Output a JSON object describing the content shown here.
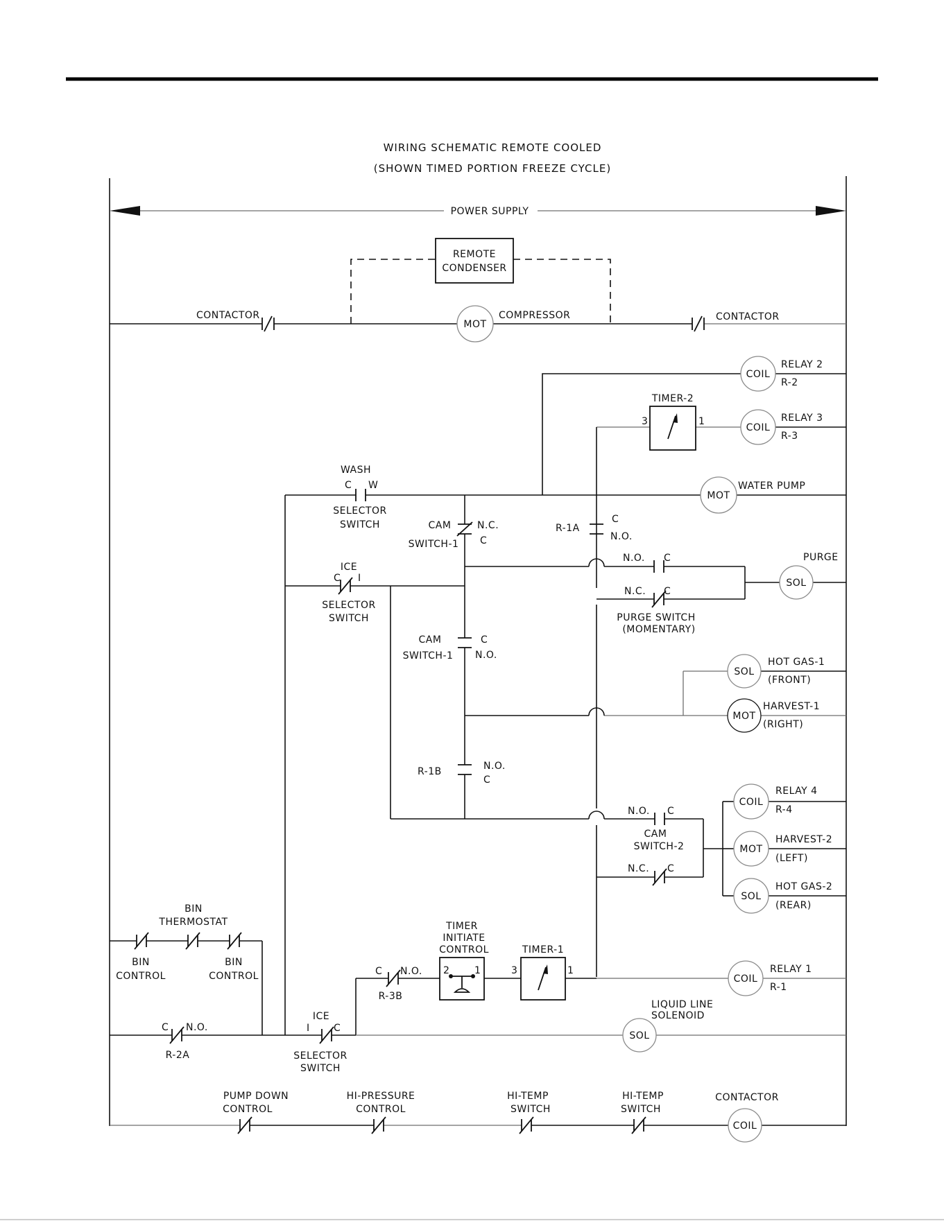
{
  "title": {
    "line1": "WIRING SCHEMATIC REMOTE COOLED",
    "line2": "(SHOWN TIMED PORTION FREEZE CYCLE)"
  },
  "power_supply": "POWER SUPPLY",
  "remote_condenser": {
    "line1": "REMOTE",
    "line2": "CONDENSER"
  },
  "symbols": {
    "mot": "MOT",
    "coil": "COIL",
    "sol": "SOL"
  },
  "terminals": {
    "c": "C",
    "nc": "N.C.",
    "no": "N.O.",
    "w": "W",
    "i": "I",
    "t1": "1",
    "t2": "2",
    "t3": "3"
  },
  "labels": {
    "contactor": "CONTACTOR",
    "compressor": "COMPRESSOR",
    "relay2": "RELAY 2",
    "r2": "R-2",
    "relay3": "RELAY 3",
    "r3": "R-3",
    "timer2": "TIMER-2",
    "wash": "WASH",
    "selector": "SELECTOR",
    "switch": "SWITCH",
    "water_pump": "WATER PUMP",
    "cam": "CAM",
    "cam_switch1_a": "SWITCH-1",
    "cam_switch1_b": "SWITCH-1",
    "r1a": "R-1A",
    "purge": "PURGE",
    "ice": "ICE",
    "purge_switch": "PURGE SWITCH",
    "momentary": "(MOMENTARY)",
    "hot_gas1": "HOT GAS-1",
    "front": "(FRONT)",
    "harvest1": "HARVEST-1",
    "right": "(RIGHT)",
    "r1b": "R-1B",
    "relay4": "RELAY 4",
    "r4": "R-4",
    "cam_switch2": "SWITCH-2",
    "harvest2": "HARVEST-2",
    "left": "(LEFT)",
    "hot_gas2": "HOT GAS-2",
    "rear": "(REAR)",
    "bin": "BIN",
    "thermostat": "THERMOSTAT",
    "bin_control": "CONTROL",
    "timer": "TIMER",
    "initiate": "INITIATE",
    "control": "CONTROL",
    "timer1": "TIMER-1",
    "r3b": "R-3B",
    "relay1": "RELAY 1",
    "r1": "R-1",
    "liquid_line": "LIQUID LINE",
    "solenoid": "SOLENOID",
    "r2a": "R-2A",
    "pump_down": "PUMP DOWN",
    "hi_pressure": "HI-PRESSURE",
    "hi_temp": "HI-TEMP",
    "contactor2": "CONTACTOR"
  }
}
